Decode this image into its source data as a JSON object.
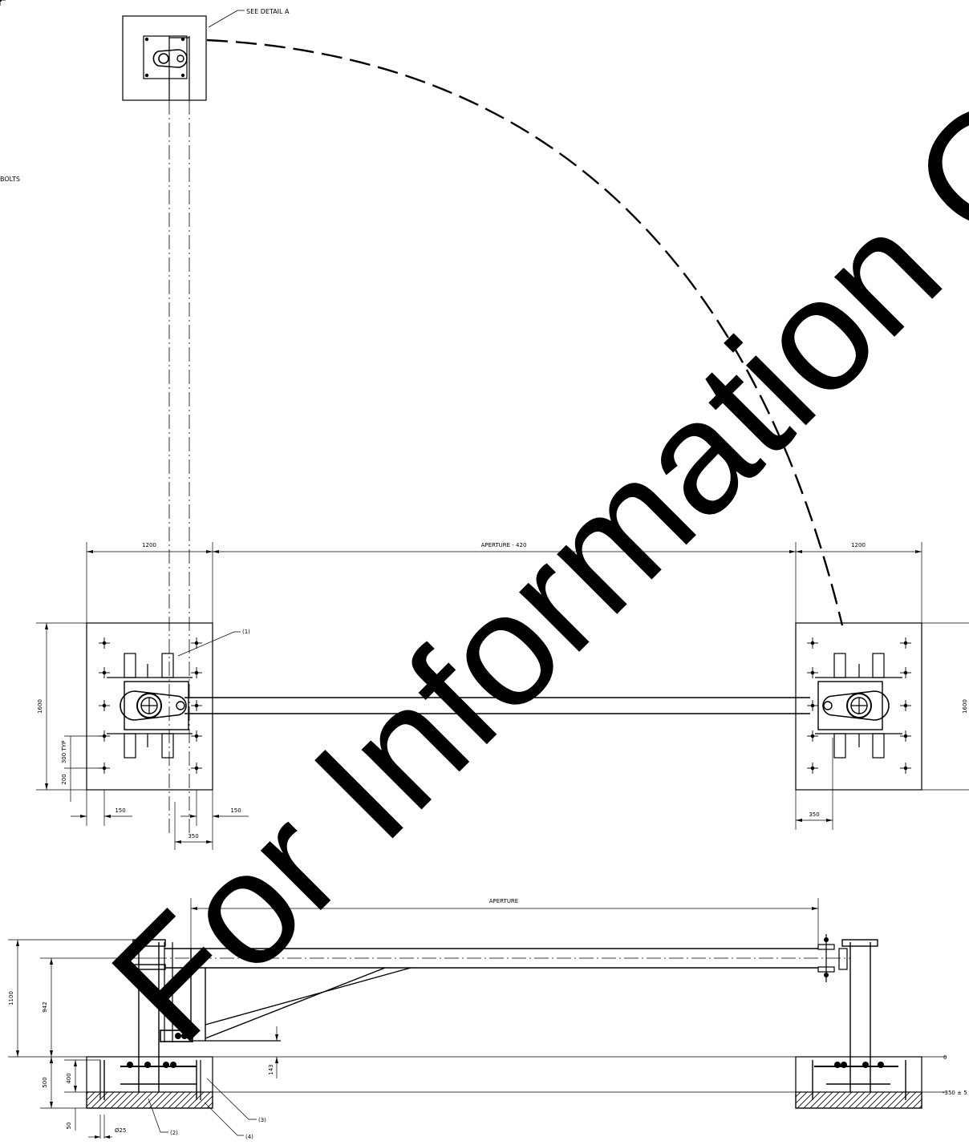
{
  "callouts": {
    "see_detail": "SEE DETAIL A",
    "bolts": "BOLTS",
    "item1": "(1)",
    "item2": "(2)",
    "item3": "(3)",
    "item4": "(4)"
  },
  "plan_dims": {
    "left_width": "1200",
    "aperture_minus": "APERTURE - 420",
    "right_width": "1200",
    "height_left": "1600",
    "height_right": "1600",
    "typ_300": "300 TYP",
    "d200": "200",
    "d150_left": "150",
    "d150_right": "150",
    "d350_left": "350",
    "d350_right": "350"
  },
  "elevation_dims": {
    "aperture": "APERTURE",
    "h1100": "1100",
    "h942": "942",
    "d143": "143",
    "d500": "500",
    "d400": "400",
    "d50": "50",
    "dia25": "Ø25",
    "level0": "0",
    "level_neg": "-350 ± 5"
  },
  "watermark": "For Information Only"
}
